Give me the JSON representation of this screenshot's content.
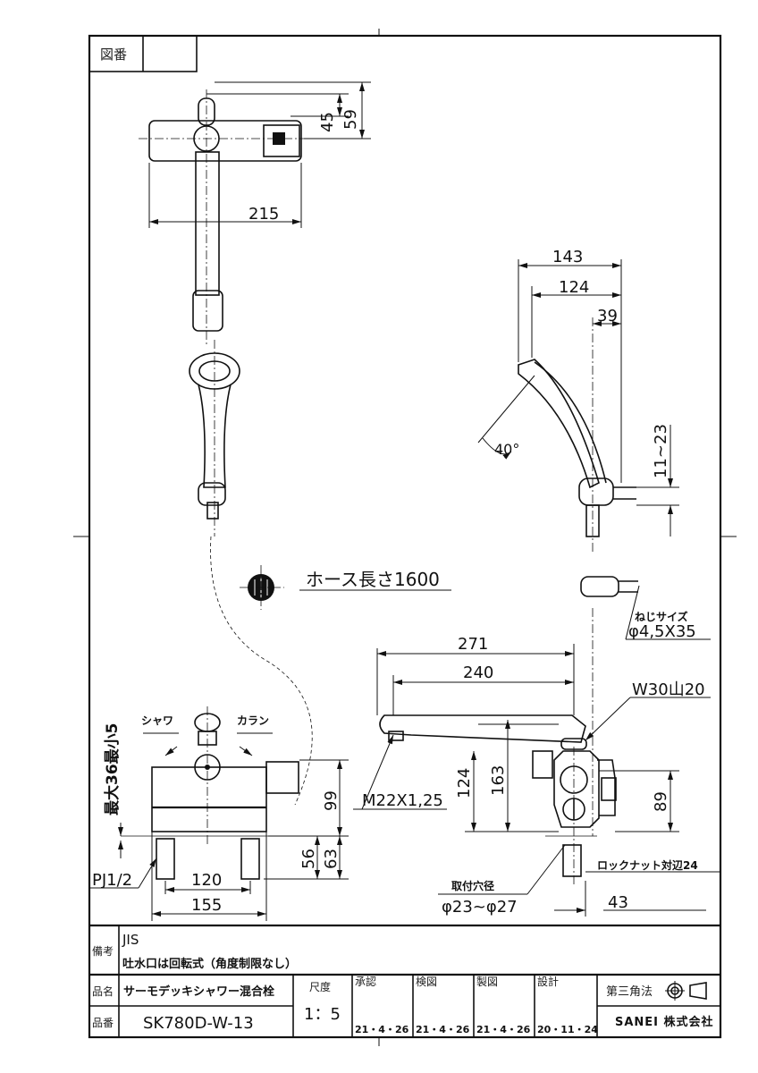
{
  "drawing_number_label": "図番",
  "top_view": {
    "dims": [
      "45",
      "59",
      "215"
    ]
  },
  "shower_side_view": {
    "dims": [
      "143",
      "124",
      "39",
      "11~23"
    ],
    "angle": "40°"
  },
  "hose_label": "ホース長さ1600",
  "screw": {
    "label": "ねじサイズ",
    "size": "φ4,5X35"
  },
  "side_view": {
    "dims": [
      "271",
      "240",
      "124",
      "163",
      "89",
      "43"
    ],
    "thread": "W30山20",
    "nut": "M22X1,25",
    "hole_label": "取付穴径",
    "hole_size": "φ23~φ27",
    "locknut": "ロックナット対辺24"
  },
  "front_view": {
    "shower": "シャワ",
    "faucet": "カラン",
    "deck": "最大36最小5",
    "dims": [
      "99",
      "56",
      "63",
      "120",
      "155"
    ],
    "pipe": "PJ1/2"
  },
  "title_block": {
    "remarks_label": "備考",
    "remarks": [
      "JIS",
      "吐水口は回転式（角度制限なし）"
    ],
    "name_label": "品名",
    "name": "サーモデッキシャワー混合栓",
    "number_label": "品番",
    "number": "SK780D-W-13",
    "scale_label": "尺度",
    "scale": "1：5",
    "approval": [
      {
        "label": "承認",
        "date": "21・4・26"
      },
      {
        "label": "検図",
        "date": "21・4・26"
      },
      {
        "label": "製図",
        "date": "21・4・26"
      },
      {
        "label": "設計",
        "date": "20・11・24"
      }
    ],
    "projection": "第三角法",
    "company": "SANEI 株式会社"
  }
}
